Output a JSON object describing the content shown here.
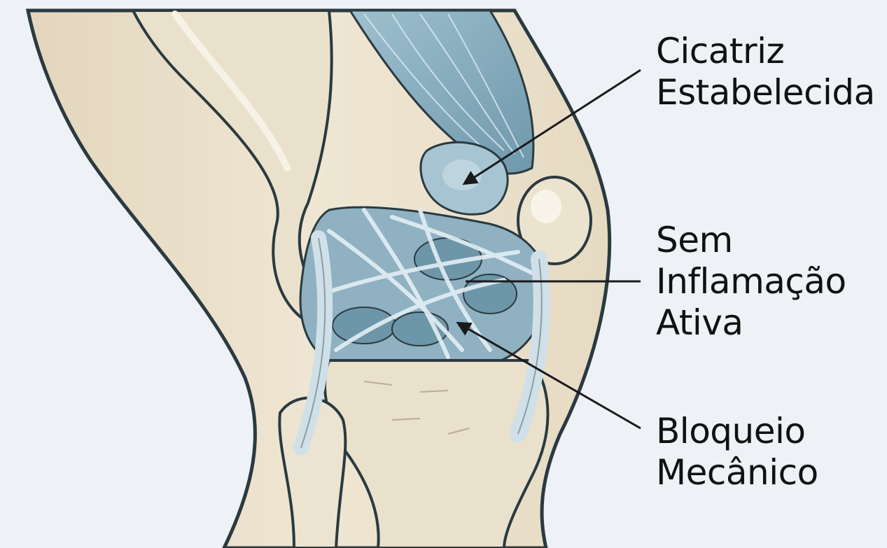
{
  "diagram": {
    "subject": "knee-joint-cross-section",
    "colors": {
      "background": "#eef1f5",
      "skin": "#eadfc9",
      "bone": "#e9e1cc",
      "tissue_light": "#d7e6ee",
      "tissue_dark": "#8fb4c6",
      "outline": "#2a3a40",
      "pointer": "#1a1a1a"
    },
    "callouts": [
      {
        "id": "scar",
        "text": "Cicatriz\nEstabelecida",
        "pointer": "arrow-line"
      },
      {
        "id": "inflammation",
        "text": "Sem\nInflamação\nAtiva",
        "pointer": "plain-line"
      },
      {
        "id": "block",
        "text": "Bloqueio\nMecânico",
        "pointer": "arrow-line"
      }
    ]
  }
}
